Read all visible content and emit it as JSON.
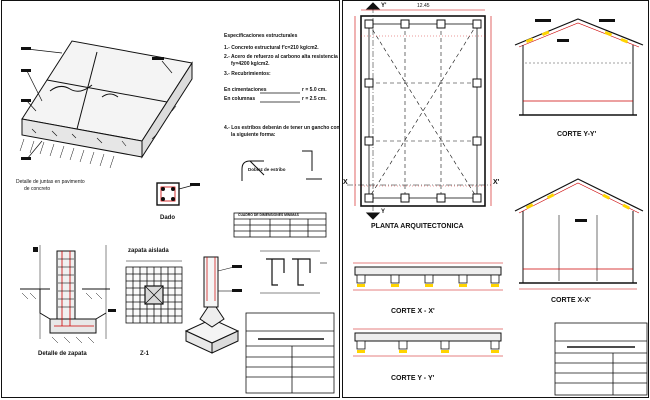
{
  "left_sheet": {
    "specs": {
      "title": "Especificaciones estructurales",
      "item1": "1.- Concreto estructural f'c=210 kg/cm2.",
      "item2a": "2.- Acero de refuerzo al carbono alta resistencia",
      "item2b": "fy=4200 kg/cm2.",
      "item3": "3.- Recubrimientos:",
      "rec1_label": "En cimentaciones",
      "rec1_value": "r = 5.0 cm.",
      "rec2_label": "En columnas",
      "rec2_value": "r = 2.5 cm.",
      "item4a": "4.- Los estribos deberán de tener un gancho con",
      "item4b": "la siguiente forma:",
      "hook_caption": "Doblez de estribo"
    },
    "labels": {
      "joint_detail_a": "Detalle de juntas en pavimento",
      "joint_detail_b": "de concreto",
      "dado": "Dado",
      "zapata_aislada": "zapata aislada",
      "z1": "Z-1",
      "footing_detail": "Detalle de zapata"
    },
    "table_title": "CUADRO DE DIMENSIONES MÍNIMAS"
  },
  "right_sheet": {
    "plan_dim": "12.45",
    "plan_title": "PLANTA ARQUITECTONICA",
    "x_marker": "X",
    "x_prime_marker": "X'",
    "y_marker": "Y",
    "y_prime_marker": "Y'",
    "section_yy_right": "CORTE Y-Y'",
    "section_xx_right": "CORTE X-X'",
    "section_xx_bottom": "CORTE X - X'",
    "section_yy_bottom": "CORTE Y - Y'"
  }
}
